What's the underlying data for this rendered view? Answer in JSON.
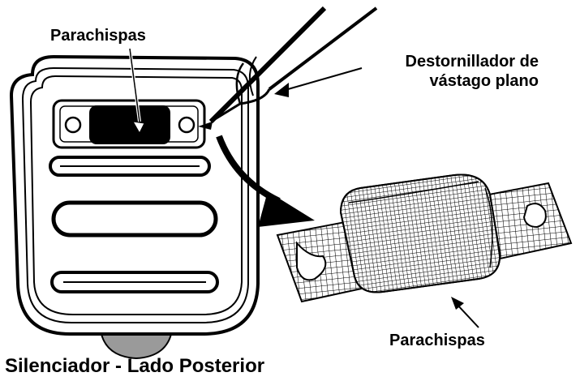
{
  "labels": {
    "spark_arrestor_top": "Parachispas",
    "screwdriver_line1": "Destornillador de",
    "screwdriver_line2": "vástago plano",
    "spark_arrestor_screen": "Parachispas",
    "caption": "Silenciador - Lado Posterior"
  },
  "colors": {
    "ink": "#000000",
    "paper": "#ffffff",
    "shadow": "#9a9a9a"
  }
}
